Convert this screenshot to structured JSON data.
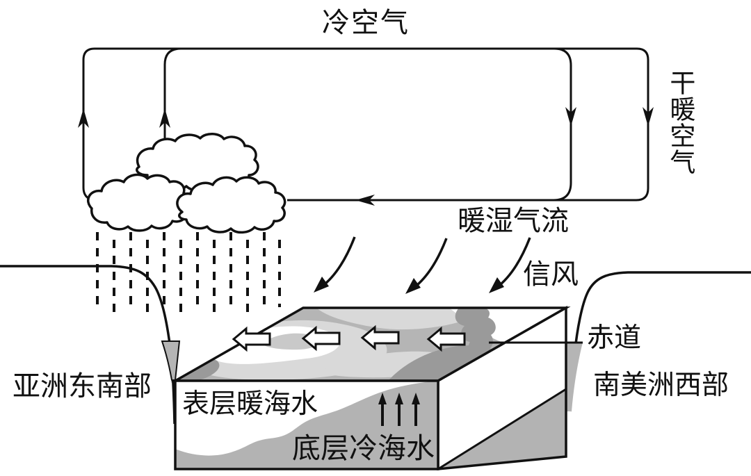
{
  "diagram": {
    "title_hint": "Walker circulation / trade-wind ocean diagram",
    "labels": {
      "cold_air": "冷空气",
      "dry_warm_air": "干暖空气",
      "warm_moist_flow": "暖湿气流",
      "trade_wind": "信风",
      "equator": "赤道",
      "southeast_asia": "亚洲东南部",
      "west_south_america": "南美洲西部",
      "surface_warm_water": "表层暖海水",
      "bottom_cold_water": "底层冷海水"
    },
    "icons": [
      "cloud-icon",
      "rain-dashes-icon",
      "up-arrow-icon",
      "down-arrow-icon",
      "left-arrow-icon",
      "curved-wind-arrow-icon",
      "surface-current-arrow-icon",
      "upwelling-arrow-icon"
    ],
    "colors": {
      "background": "#ffffff",
      "line": "#111111",
      "sea_base_gray": "#b5b5b5",
      "sea_light_gray": "#d9d9d9",
      "sea_mid_gray": "#c9c9c9",
      "sea_dark_gray": "#9a9a9a",
      "land_gray": "#b5b5b5",
      "cold_water_gray": "#b3b3b3",
      "cloud_fill": "#ffffff"
    }
  }
}
